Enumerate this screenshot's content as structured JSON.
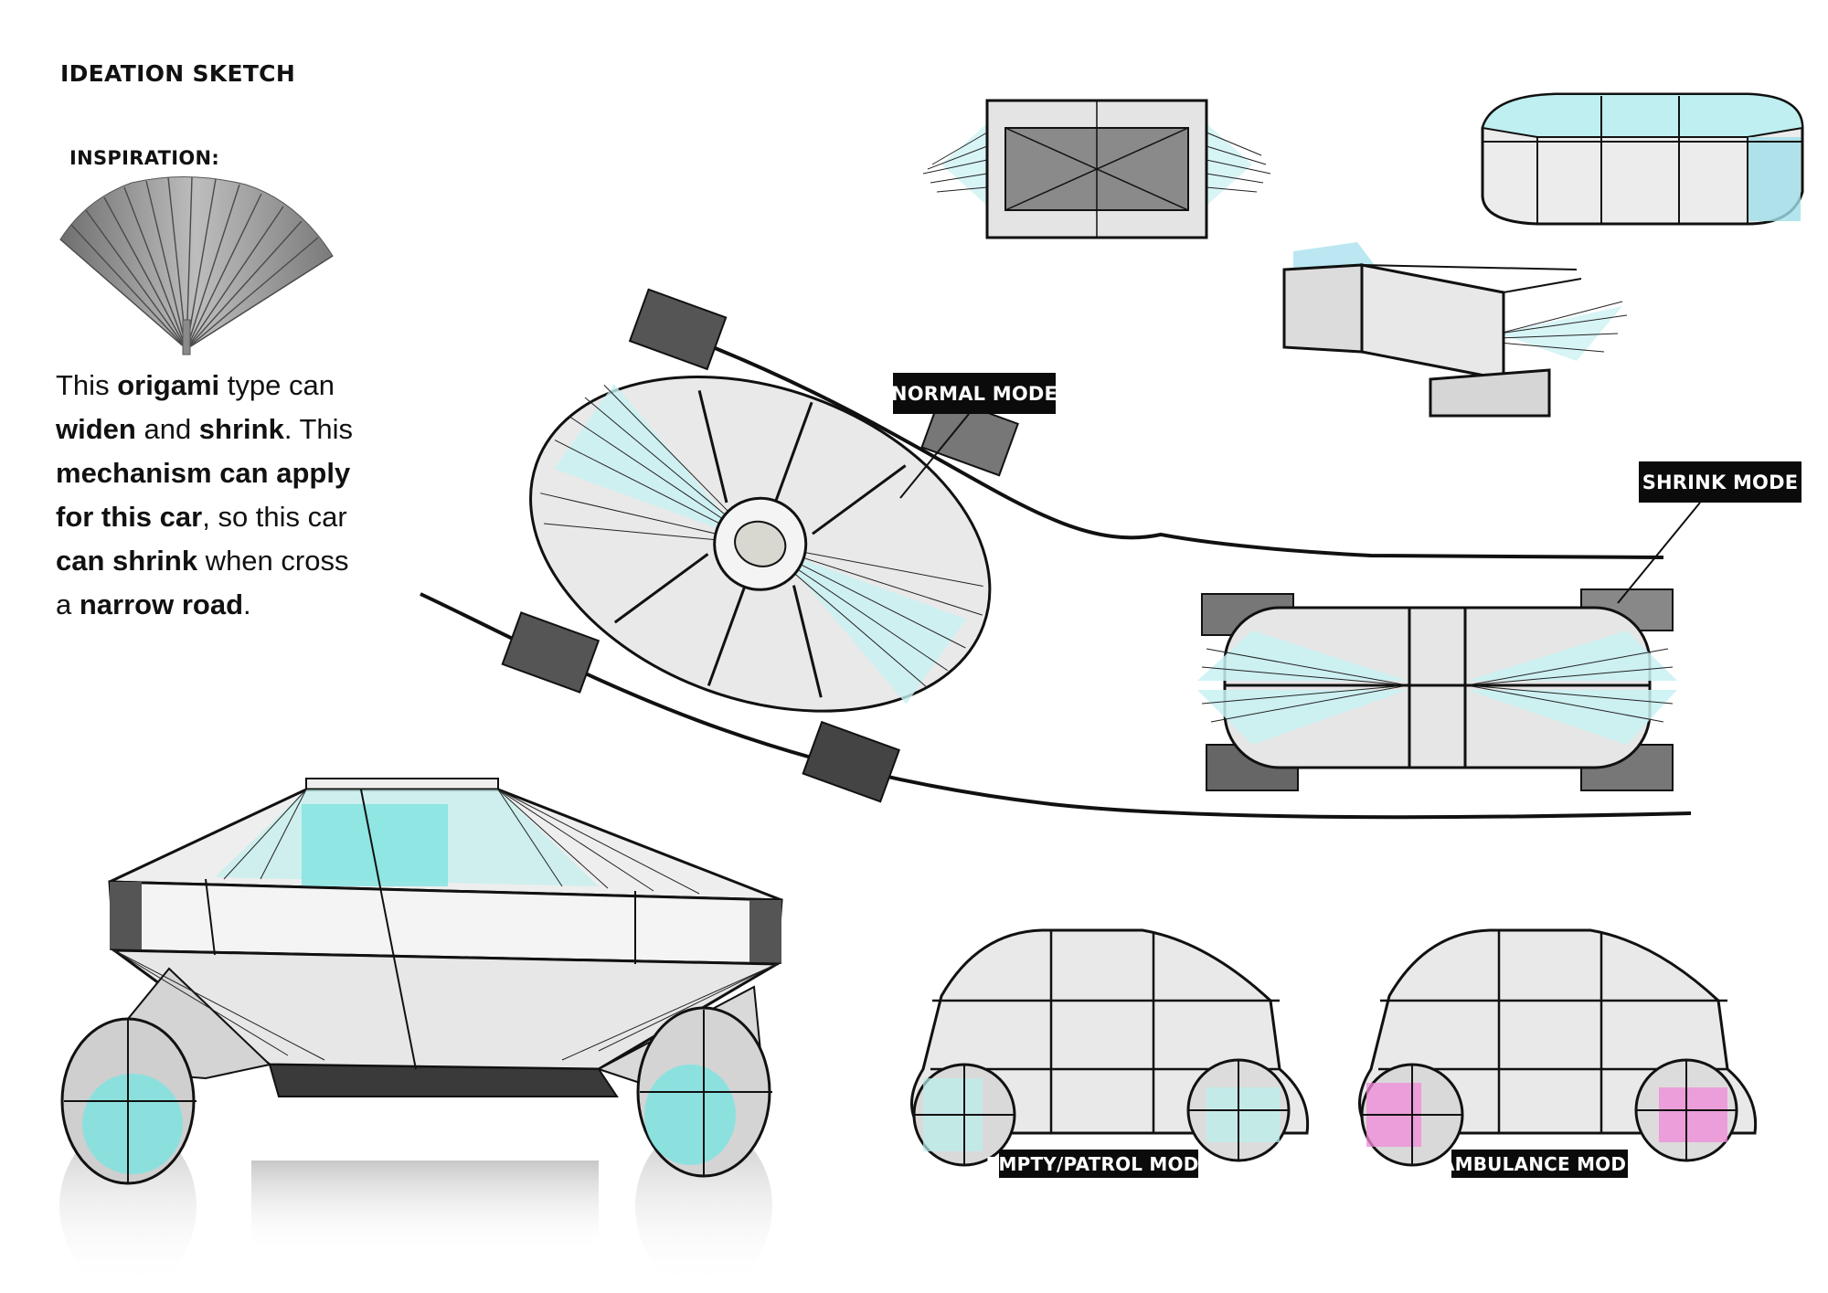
{
  "header": {
    "title": "IDEATION SKETCH",
    "inspiration_label": "INSPIRATION:"
  },
  "description": {
    "segments": [
      {
        "text": "This ",
        "bold": false
      },
      {
        "text": "origami",
        "bold": true
      },
      {
        "text": " type can ",
        "bold": false
      },
      {
        "text": "widen",
        "bold": true
      },
      {
        "text": " and ",
        "bold": false
      },
      {
        "text": "shrink",
        "bold": true
      },
      {
        "text": ". This ",
        "bold": false
      },
      {
        "text": "mechanism can apply for this car",
        "bold": true
      },
      {
        "text": ", so this car ",
        "bold": false
      },
      {
        "text": "can shrink",
        "bold": true
      },
      {
        "text": " when cross a ",
        "bold": false
      },
      {
        "text": "narrow road",
        "bold": true
      },
      {
        "text": ".",
        "bold": false
      }
    ]
  },
  "labels": {
    "normal_mode": "NORMAL MODE",
    "shrink_mode": "SHRINK MODE",
    "patrol_mode": "EMPTY/PATROL MODE",
    "ambulance_mode": "AMBULANCE MODE"
  },
  "colors": {
    "ink": "#111111",
    "label_bg": "#0b0b0b",
    "label_text": "#ffffff",
    "cyan_accent": "#7fe3e0",
    "pink_accent": "#f08ad8",
    "grey_shade": "#c9c9c9"
  }
}
